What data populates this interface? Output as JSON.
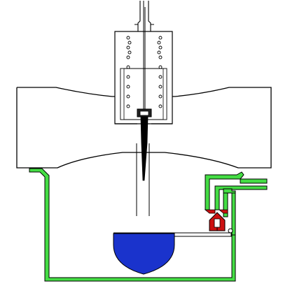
{
  "colors": {
    "background": "#ffffff",
    "outline": "#000000",
    "fuel_bowl": "#44dd44",
    "float": "#1a33cc",
    "valve": "#cc1111",
    "air_body": "#ffffff",
    "needle_jet": "#000000",
    "needle_holder": "#222222"
  },
  "components": [
    "venturi-body",
    "piston-housing",
    "piston-spring",
    "jet-needle",
    "needle-jet",
    "float-bowl",
    "fuel-inlet",
    "needle-valve",
    "float",
    "float-arm",
    "float-pivot"
  ]
}
